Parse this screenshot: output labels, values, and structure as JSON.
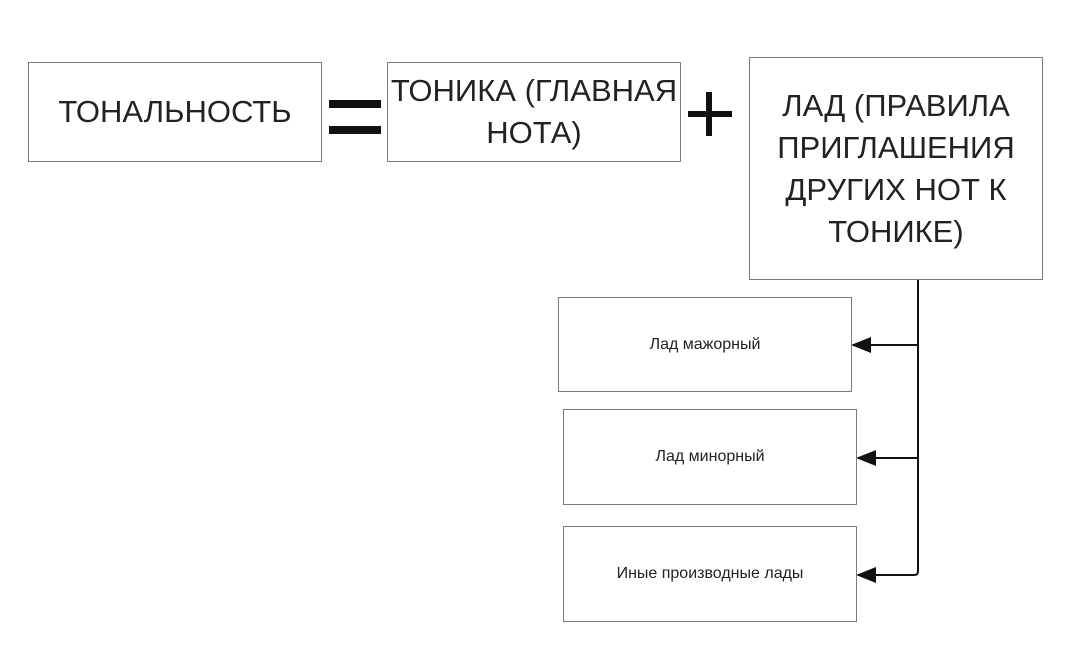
{
  "boxes": {
    "tonality": "ТОНАЛЬНОСТЬ",
    "tonic": "ТОНИКА (ГЛАВНАЯ НОТА)",
    "mode": "ЛАД (ПРАВИЛА ПРИГЛАШЕНИЯ ДРУГИХ НОТ К ТОНИКЕ)"
  },
  "operators": {
    "equals": "=",
    "plus": "+"
  },
  "modes": [
    "Лад мажорный",
    "Лад минорный",
    "Иные производные лады"
  ]
}
